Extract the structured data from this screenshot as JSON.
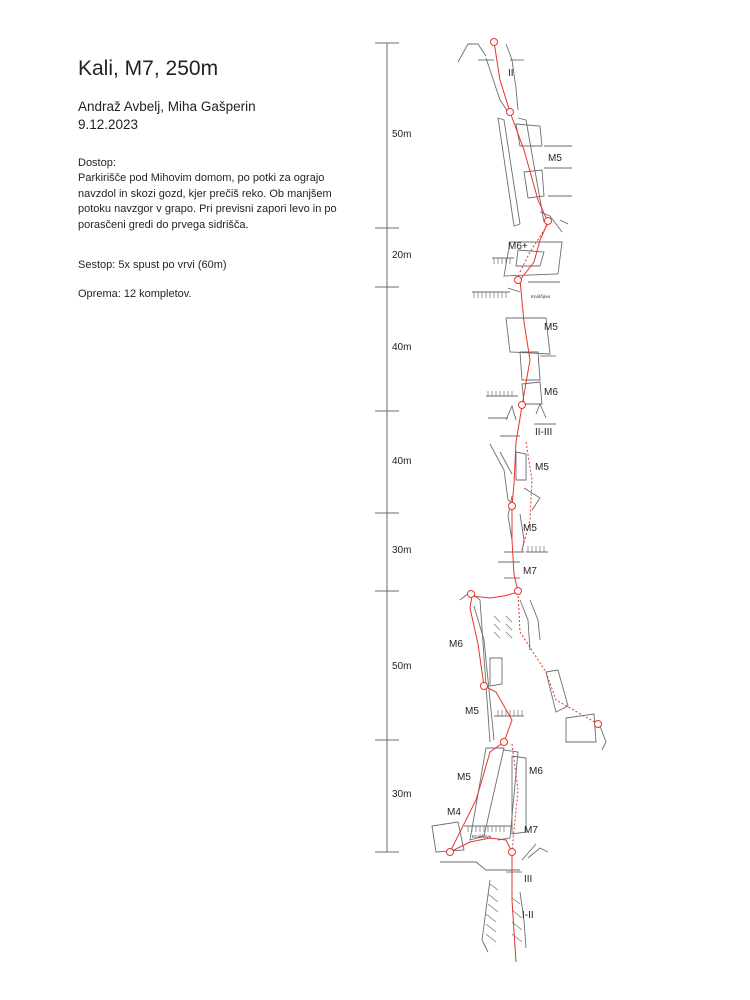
{
  "route": {
    "title": "Kali, M7, 250m",
    "authors": "Andraž Avbelj, Miha Gašperin",
    "date": "9.12.2023",
    "access_label": "Dostop:",
    "access_text": "Parkirišče pod Mihovim domom, po potki za ograjo navzdol in skozi gozd, kjer prečiš reko. Ob manjšem potoku navzgor v grapo. Pri previsni zapori levo in po porasčeni gredi do prvega sidrišča.",
    "descent": "Sestop: 5x spust po vrvi (60m)",
    "gear": "Oprema: 12 kompletov."
  },
  "pitch_lengths": [
    "50m",
    "20m",
    "40m",
    "40m",
    "30m",
    "50m",
    "30m"
  ],
  "grades": {
    "top_approach": "II",
    "p1": "M5",
    "p2_top": "M6+",
    "p3": "M5",
    "p3_crux": "M6",
    "ridge": "II-III",
    "p4": "M5",
    "p5": "M5",
    "p5_crux": "M7",
    "p6": "M6",
    "p6_low": "M5",
    "p7_left": "M5",
    "p7_right": "M6",
    "p7_start_left": "M4",
    "p7_start_right": "M7",
    "bottom_step": "III",
    "bottom_approach": "I-II"
  },
  "annotations": {
    "chockstone_upper": "Kruščijivo",
    "chockstone_lower": "Kruščijivo"
  },
  "colors": {
    "route": "#e8342c",
    "rock": "#6d6e71",
    "scale": "#555555",
    "text": "#231f20"
  }
}
